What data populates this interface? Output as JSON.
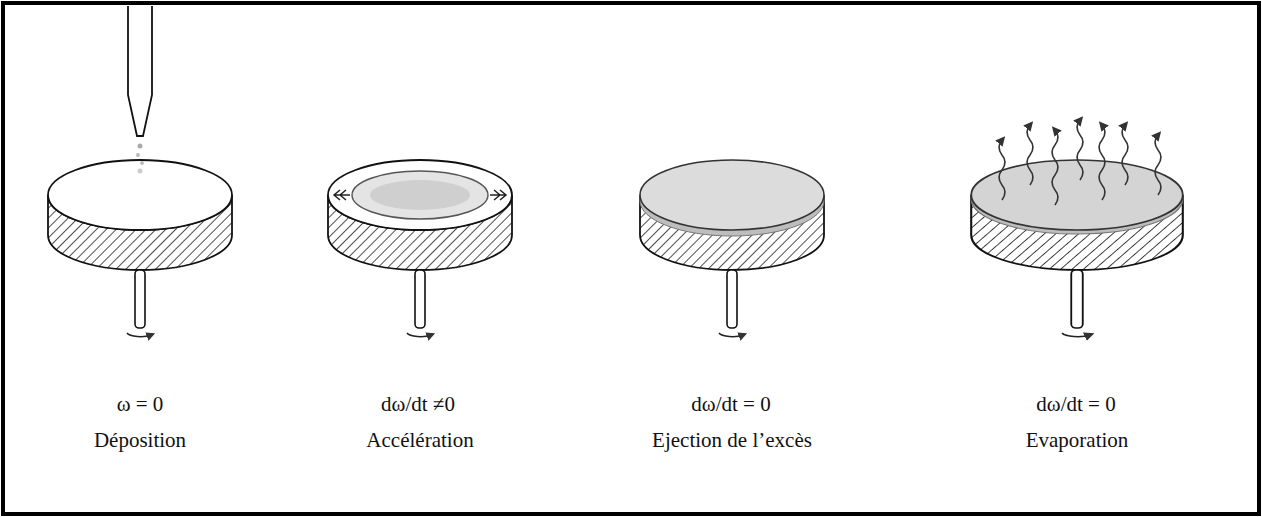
{
  "diagram": {
    "labels": [
      "ω = 0",
      "Déposition",
      "dω/dt ≠0",
      "Accélération",
      "dω/dt = 0",
      "Ejection de l’excès",
      "dω/dt = 0",
      "Evaporation"
    ]
  }
}
